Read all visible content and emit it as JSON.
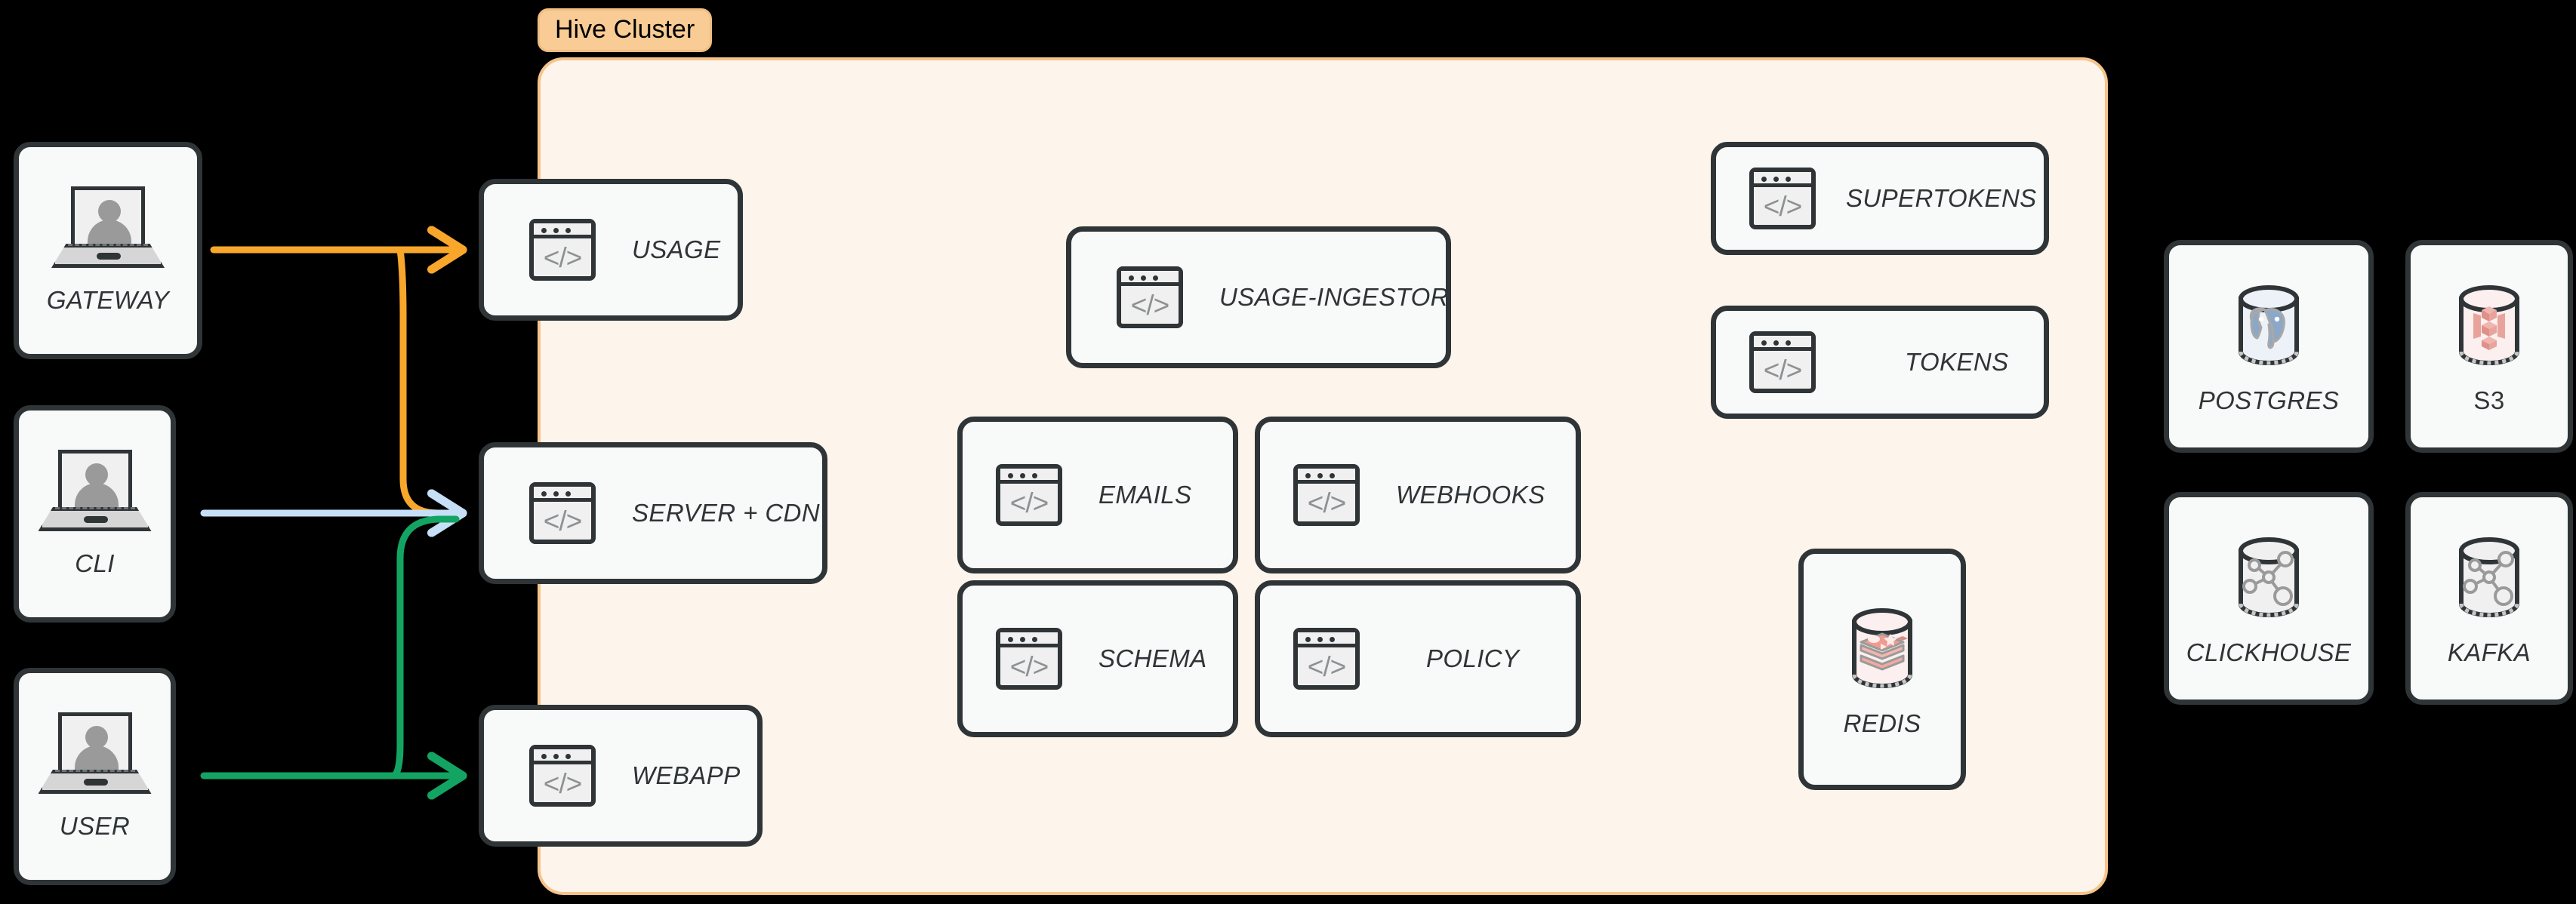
{
  "cluster": {
    "badge": "Hive Cluster",
    "fill": "#FDF4EB",
    "border": "#F6C48B",
    "badge_fill": "#F8CC94"
  },
  "clients": [
    {
      "id": "gateway",
      "label": "GATEWAY",
      "icon": "laptop-user-icon"
    },
    {
      "id": "cli",
      "label": "CLI",
      "icon": "laptop-user-icon"
    },
    {
      "id": "user",
      "label": "USER",
      "icon": "laptop-user-icon"
    }
  ],
  "edge_services": [
    {
      "id": "usage",
      "label": "USAGE",
      "icon": "code-window-icon"
    },
    {
      "id": "server-cdn",
      "label": "SERVER + CDN",
      "icon": "code-window-icon"
    },
    {
      "id": "webapp",
      "label": "WEBAPP",
      "icon": "code-window-icon"
    }
  ],
  "core_services": [
    {
      "id": "usage-ingestor",
      "label": "USAGE-INGESTOR",
      "icon": "code-window-icon"
    },
    {
      "id": "emails",
      "label": "EMAILS",
      "icon": "code-window-icon"
    },
    {
      "id": "webhooks",
      "label": "WEBHOOKS",
      "icon": "code-window-icon"
    },
    {
      "id": "schema",
      "label": "SCHEMA",
      "icon": "code-window-icon"
    },
    {
      "id": "policy",
      "label": "POLICY",
      "icon": "code-window-icon"
    }
  ],
  "auth_services": [
    {
      "id": "supertokens",
      "label": "SUPERTOKENS",
      "icon": "code-window-icon"
    },
    {
      "id": "tokens",
      "label": "TOKENS",
      "icon": "code-window-icon"
    }
  ],
  "cluster_stores": [
    {
      "id": "redis",
      "label": "REDIS",
      "icon": "redis-cylinder-icon",
      "accent": "#F0A8A0"
    }
  ],
  "external_stores": [
    {
      "id": "postgres",
      "label": "POSTGRES",
      "icon": "postgres-cylinder-icon",
      "accent": "#8CA8C8",
      "italic": true
    },
    {
      "id": "s3",
      "label": "S3",
      "icon": "s3-cylinder-icon",
      "accent": "#E09A92",
      "italic": false
    },
    {
      "id": "clickhouse",
      "label": "CLICKHOUSE",
      "icon": "graph-cylinder-icon",
      "accent": "#9A9A9A",
      "italic": true
    },
    {
      "id": "kafka",
      "label": "KAFKA",
      "icon": "graph-cylinder-icon",
      "accent": "#9A9A9A",
      "italic": true
    }
  ],
  "connections": [
    {
      "id": "gateway-to-usage",
      "from": "GATEWAY",
      "to": "USAGE",
      "color": "#F9A72B"
    },
    {
      "id": "gateway-to-server-cdn",
      "from": "GATEWAY",
      "to": "SERVER + CDN",
      "color": "#F9A72B"
    },
    {
      "id": "cli-to-server-cdn",
      "from": "CLI",
      "to": "SERVER + CDN",
      "color": "#C5E0F7"
    },
    {
      "id": "user-to-server-cdn",
      "from": "USER",
      "to": "SERVER + CDN",
      "color": "#13A463"
    },
    {
      "id": "user-to-webapp",
      "from": "USER",
      "to": "WEBAPP",
      "color": "#13A463"
    }
  ],
  "colors": {
    "node_border": "#2F3437",
    "node_fill": "#F8F9F9",
    "icon_gray": "#8E9193",
    "background": "#000000"
  }
}
